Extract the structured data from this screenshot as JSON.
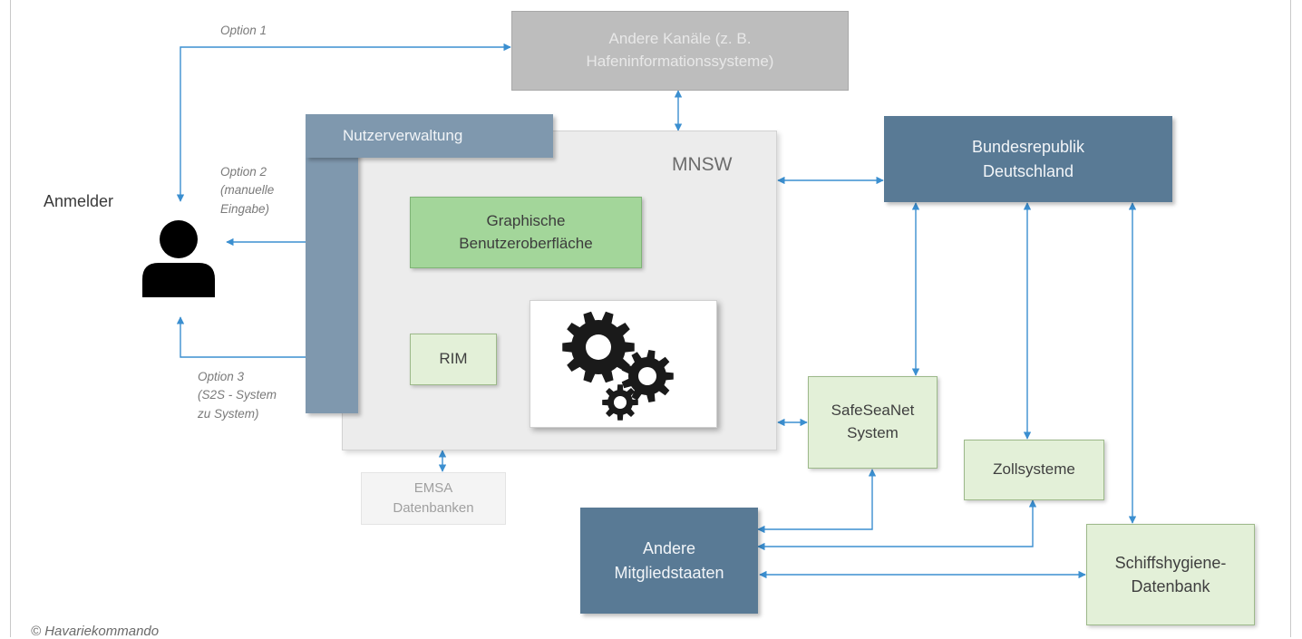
{
  "actor": {
    "label": "Anmelder",
    "icon": "person-icon"
  },
  "options": {
    "option1": "Option 1",
    "option2": "Option 2\n(manuelle\nEingabe)",
    "option3": "Option 3\n(S2S - System\nzu System)"
  },
  "boxes": {
    "andere_kanaele": "Andere Kanäle (z. B.\nHafeninformationssysteme)",
    "nutzerverwaltung": "Nutzerverwaltung",
    "mnsw": "MNSW",
    "gui": "Graphische\nBenutzeroberfläche",
    "rim": "RIM",
    "engine_icon": "gears-icon",
    "bundesrepublik": "Bundesrepublik\nDeutschland",
    "safeseanet": "SafeSeaNet\nSystem",
    "zollsysteme": "Zollsysteme",
    "emsa": "EMSA\nDatenbanken",
    "andere_mitgliedstaaten": "Andere\nMitgliedstaaten",
    "schiffshygiene": "Schiffshygiene-\nDatenbank"
  },
  "copyright": "© Havariekommando",
  "colors": {
    "connector": "#3b8fd0",
    "blue_box": "#597a95",
    "green_box": "#a3d69a",
    "light_green_box": "#e3f0d8",
    "gray_box": "#bdbdbd",
    "mnsw_panel": "#ececec"
  }
}
